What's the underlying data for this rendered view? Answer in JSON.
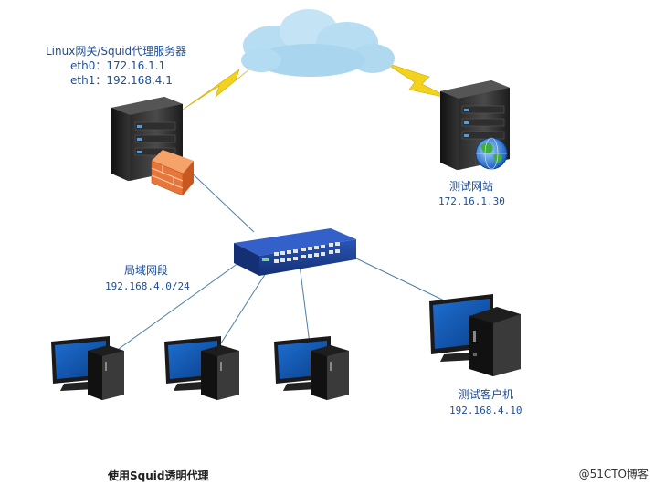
{
  "gateway": {
    "title": "Linux网关/Squid代理服务器",
    "eth0": "eth0：172.16.1.1",
    "eth1": "eth1：192.168.4.1"
  },
  "website": {
    "title": "测试网站",
    "ip": "172.16.1.30"
  },
  "lan": {
    "title": "局域网段",
    "cidr": "192.168.4.0/24"
  },
  "client": {
    "title": "测试客户机",
    "ip": "192.168.4.10"
  },
  "caption": "使用Squid透明代理",
  "watermark": "@51CTO博客",
  "colors": {
    "label": "#1f4e9a",
    "lightning": "#f2d21c",
    "switch": "#1b3f8f",
    "cloud": "#b7ddf2"
  }
}
